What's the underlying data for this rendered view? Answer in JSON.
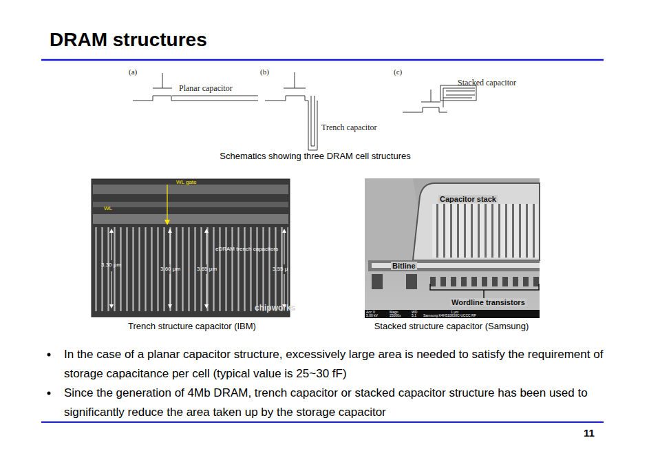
{
  "diagram": {
    "title": "DRAM structures",
    "labels": [
      "(a)",
      "Planar capacitor",
      "(b)",
      "Trench capacitor",
      "(c)",
      "Stacked capacitor",
      "Schematics showing three DRAM cell structures",
      "WL gate",
      "WL",
      "eDRAM trench capacitors",
      "3.30 μm",
      "3.60 μm",
      "3.65 μm",
      "3.55 μ",
      "chipworks",
      "Trench structure capacitor (IBM)",
      "Capacitor stack",
      "Bitline",
      "Wordline transistors",
      "Acc.V",
      "Magn",
      "WD",
      "1 μm",
      "5.00 kV",
      "25000x",
      "5.1",
      "Samsung K4H510838C-UCCC  RF",
      "Stacked structure capacitor (Samsung)",
      "In the case of a planar capacitor structure, excessively large area is needed to satisfy the requirement of storage capacitance per cell (typical value is 25~30 fF)",
      "Since the generation of 4Mb DRAM, trench capacitor or stacked capacitor structure has been used to significantly reduce the area taken up by the storage capacitor",
      "11"
    ]
  }
}
